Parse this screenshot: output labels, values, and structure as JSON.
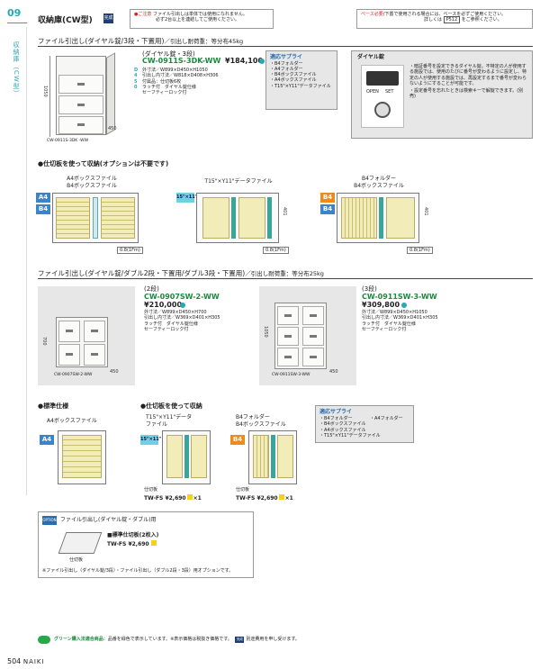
{
  "header": {
    "page_num": "09",
    "title": "収納庫(CW型)",
    "kit_badge": "完成",
    "side_label": "収納庫（CW型）",
    "notice_bullet": "●ご注意",
    "notice_line1": "ファイル引出しは単体では使用になれません。",
    "notice_line2": "必ず2台以上を連結してご使用ください。",
    "base_tag": "ベース必要",
    "base_line1": "/下置で使用される場合には、ベースを必ずご使用ください。",
    "base_line2a": "詳しくは",
    "base_ref": "P512",
    "base_line2b": "をご参照ください。"
  },
  "section1": {
    "heading": "ファイル引出し(ダイヤル錠/3段・下置用)",
    "heading_sub": "／引出し耐荷重：等分布45kg",
    "product_sub": "(ダイヤル錠・3段)",
    "model": "CW-0911S-3DK-WW",
    "price": "¥184,100",
    "specs": [
      "外寸法／W899×D450×H1050",
      "引出し内寸法／W818×D408×H306",
      "付属品：仕切板6枚",
      "ラッチ付　ダイヤル錠仕様",
      "セーフティーロック付"
    ],
    "dim_letters": [
      "D",
      "4",
      "5",
      "0"
    ],
    "height_dim": "1050",
    "depth_dim": "450",
    "cab_label": "CW-0911S-3DK -WW",
    "supply_title": "適応サプライ",
    "supply_items": [
      "・B4フォルダー",
      "・A4フォルダー",
      "・B4ボックスファイル",
      "・A4ボックスファイル",
      "・T15\"×Y11\"データファイル"
    ],
    "dial_title": "ダイヤル錠",
    "dial_btn_open": "OPEN",
    "dial_btn_set": "SET",
    "dial_bullets": [
      "・暗証番号を設定できるダイヤル錠。不特定の人が使用する施設では、使用のたびに番号が変わるように設定し、特定の人が使用する施設では、再設定するまで番号が変わらないようにすることが可能です。",
      "・設定番号を忘れたときは検索キーで解錠できます。(別売)"
    ]
  },
  "divider1": {
    "title": "●仕切板を使って収納(オプションは不要です)",
    "groups": [
      {
        "lines": [
          "A4ボックスファイル",
          "B4ボックスファイル"
        ],
        "badges": [
          "A4",
          "B4"
        ],
        "scale": "0.8(1Fm)"
      },
      {
        "lines": [
          "T15\"×Y11\"データファイル"
        ],
        "badges": [
          "15\"×11\""
        ],
        "dim": "401",
        "scale": "0.8(1Fm)"
      },
      {
        "lines": [
          "B4フォルダー",
          "B4ボックスファイル"
        ],
        "badges": [
          "B4",
          "B4"
        ],
        "dim": "401",
        "scale": "0.8(1Fm)"
      }
    ]
  },
  "section2": {
    "heading": "ファイル引出し(ダイヤル錠/ダブル2段・下置用/ダブル3段・下置用)",
    "heading_sub": "／引出し耐荷重：等分布25kg",
    "left": {
      "sub": "(2段)",
      "model": "CW-0907SW-2-WW",
      "price": "¥210,000",
      "specs": [
        "外寸法／W899×D450×H700",
        "引出し内寸法／W369×D401×H305",
        "ラッチ付　ダイヤル錠仕様",
        "セーフティーロック付"
      ],
      "height_dim": "700",
      "depth_dim": "450",
      "cab_label": "CW-0907SW-2-WW"
    },
    "right": {
      "sub": "(3段)",
      "model": "CW-0911SW-3-WW",
      "price": "¥309,800",
      "specs": [
        "外寸法／W899×D450×H1050",
        "引出し内寸法／W369×D401×H305",
        "ラッチ付　ダイヤル錠仕様",
        "セーフティーロック付"
      ],
      "height_dim": "1050",
      "depth_dim": "450",
      "cab_label": "CW-0911SW-3-WW"
    }
  },
  "standard": {
    "title": "●標準仕様",
    "caption": "A4ボックスファイル",
    "badge": "A4"
  },
  "divider2": {
    "title": "●仕切板を使って収納",
    "items": [
      {
        "lines": [
          "T15\"×Y11\"データ",
          "ファイル"
        ],
        "badge": "15\"×11\"",
        "label": "仕切板",
        "model": "TW-FS ¥2,690",
        "qty": "×1"
      },
      {
        "lines": [
          "B4フォルダー",
          "B4ボックスファイル"
        ],
        "badge": "B4",
        "label": "仕切板",
        "model": "TW-FS ¥2,690",
        "qty": "×1"
      }
    ]
  },
  "supply2": {
    "title": "適応サプライ",
    "col1": [
      "・B4フォルダー",
      "・B4ボックスファイル",
      "・A4ボックスファイル",
      "・T15\"×Y11\"データファイル"
    ],
    "col2": [
      "・A4フォルダー"
    ]
  },
  "option": {
    "tag": "OPTION",
    "heading": "ファイル引出し(ダイヤル錠・ダブル)用",
    "item_title": "■標準仕切板(2枚入)",
    "item_model": "TW-FS ¥2,690",
    "label": "仕切板",
    "note": "※ファイル引出し（ダイヤル錠/3段）・ファイル引出し（ダブル2段・3段）用オプションです。"
  },
  "footer": {
    "green_label": "グリーン購入法適合商品",
    "line1": "：品番を緑色で表示しています。※表示価格は税抜き価格です。",
    "kit_badge": "完成",
    "line2": "別途費用を申し受けます。",
    "page": "504",
    "brand": "NAIKI"
  }
}
